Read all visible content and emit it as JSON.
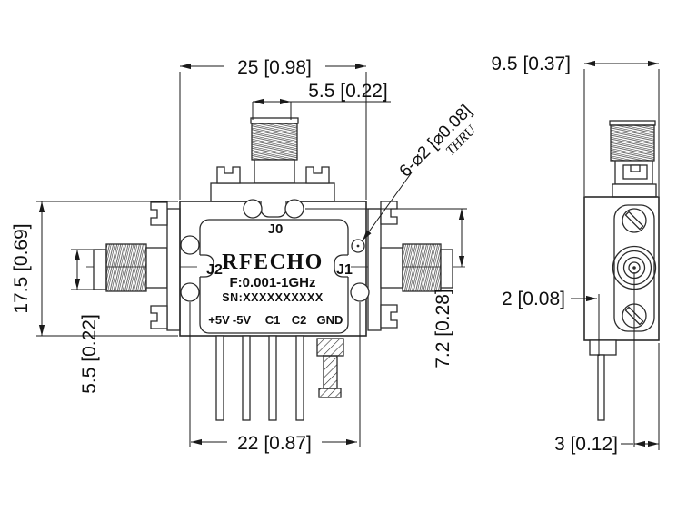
{
  "front_view": {
    "brand": "RFECHO",
    "frequency": "F:0.001-1GHz",
    "serial": "SN:XXXXXXXXXX",
    "port_top": "J0",
    "port_right": "J1",
    "port_left": "J2",
    "pin_labels": [
      "+5V",
      "-5V",
      "C1",
      "C2",
      "GND"
    ]
  },
  "dimensions": {
    "overall_width": "25 [0.98]",
    "top_connector_dia": "5.5 [0.22]",
    "overall_height": "17.5 [0.69]",
    "left_connector_dia": "5.5 [0.22]",
    "hole_row_to_center": "7.2 [0.28]",
    "pin_row_span": "22 [0.87]",
    "side_width": "9.5 [0.37]",
    "pin_offset": "2 [0.08]",
    "pin_to_edge": "3 [0.12]",
    "hole_callout": "6-⌀2  [⌀0.08]",
    "hole_callout_thru": "THRU"
  },
  "colors": {
    "line": "#2b2b2b",
    "dim_text": "#0f0f0f",
    "brand_text": "#1d3a6e"
  }
}
